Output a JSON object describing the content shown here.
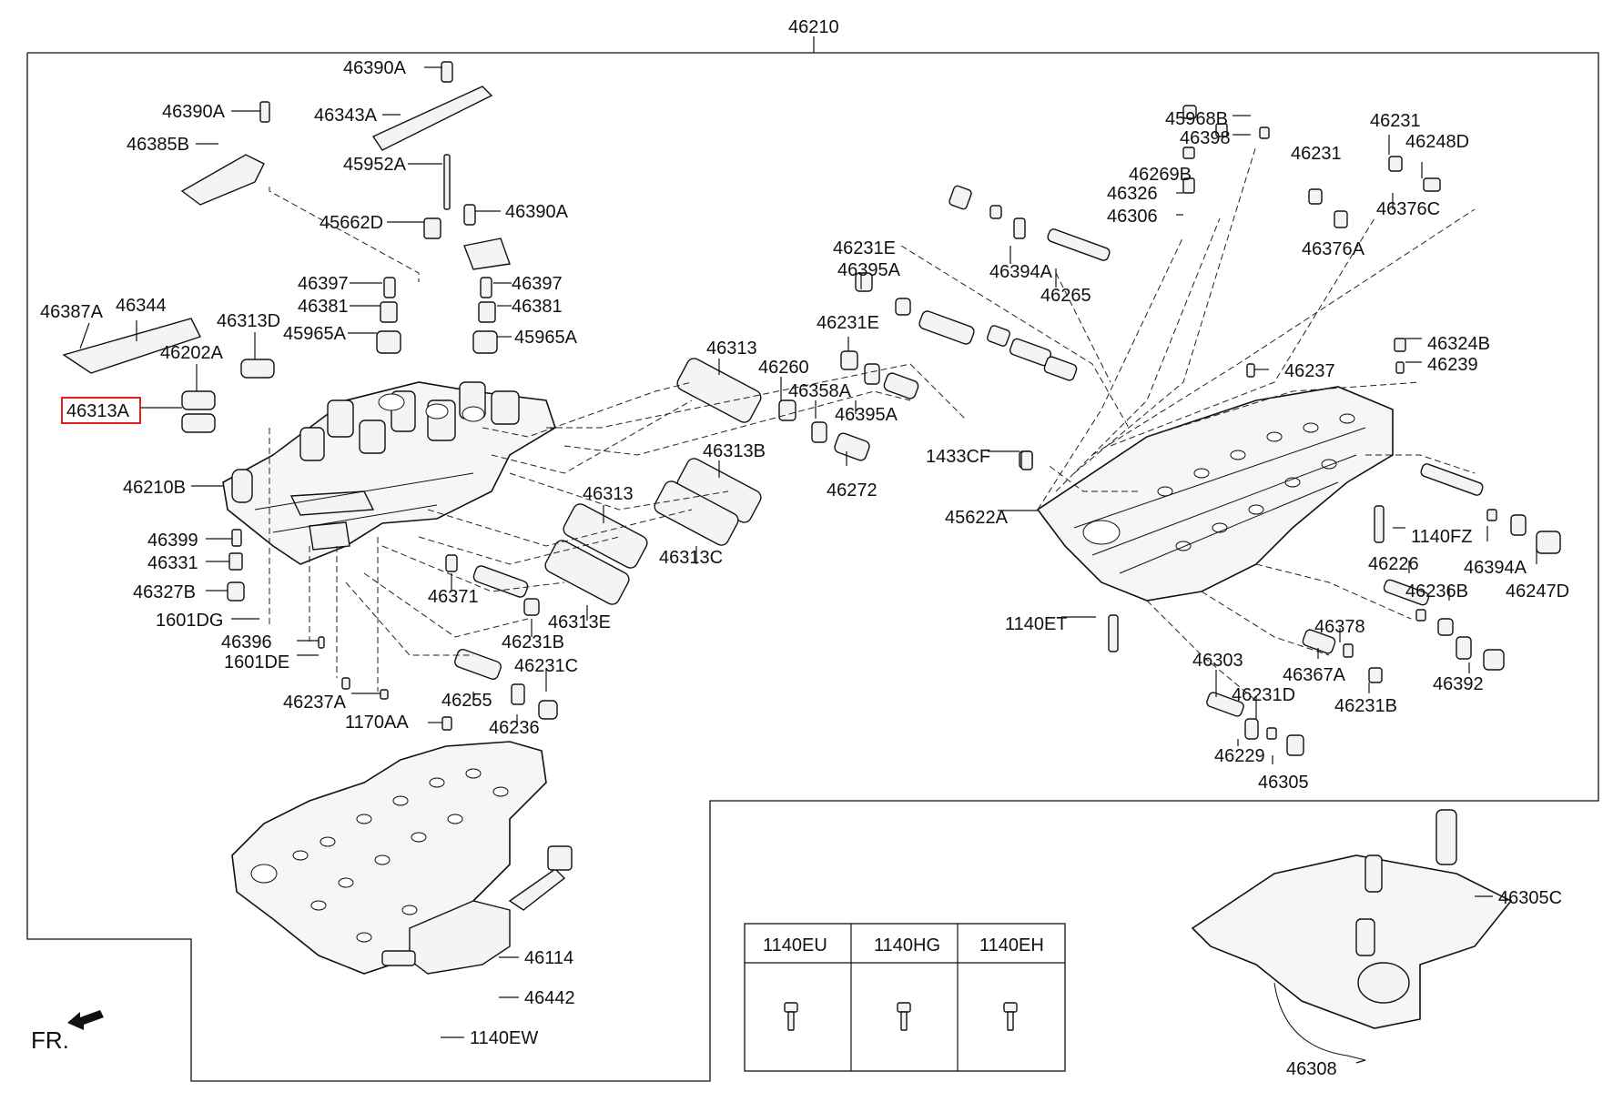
{
  "assembly_number": "46210",
  "highlighted_part": "46313A",
  "direction_label": "FR.",
  "bolt_table": {
    "headers": [
      "1140EU",
      "1140HG",
      "1140EH"
    ],
    "icons": [
      "bolt-icon",
      "bolt-icon",
      "bolt-icon"
    ]
  },
  "labels": [
    {
      "id": "46390A_a",
      "text": "46390A"
    },
    {
      "id": "46390A_b",
      "text": "46390A"
    },
    {
      "id": "46343A",
      "text": "46343A"
    },
    {
      "id": "46385B",
      "text": "46385B"
    },
    {
      "id": "45952A",
      "text": "45952A"
    },
    {
      "id": "45662D",
      "text": "45662D"
    },
    {
      "id": "46390A_c",
      "text": "46390A"
    },
    {
      "id": "46397_a",
      "text": "46397"
    },
    {
      "id": "46397_b",
      "text": "46397"
    },
    {
      "id": "46381_a",
      "text": "46381"
    },
    {
      "id": "46381_b",
      "text": "46381"
    },
    {
      "id": "45965A_a",
      "text": "45965A"
    },
    {
      "id": "45965A_b",
      "text": "45965A"
    },
    {
      "id": "46387A",
      "text": "46387A"
    },
    {
      "id": "46344",
      "text": "46344"
    },
    {
      "id": "46313D",
      "text": "46313D"
    },
    {
      "id": "46202A",
      "text": "46202A"
    },
    {
      "id": "46313A",
      "text": "46313A"
    },
    {
      "id": "46210B",
      "text": "46210B"
    },
    {
      "id": "46399",
      "text": "46399"
    },
    {
      "id": "46331",
      "text": "46331"
    },
    {
      "id": "46327B",
      "text": "46327B"
    },
    {
      "id": "1601DG",
      "text": "1601DG"
    },
    {
      "id": "46396",
      "text": "46396"
    },
    {
      "id": "1601DE",
      "text": "1601DE"
    },
    {
      "id": "46237A",
      "text": "46237A"
    },
    {
      "id": "46313_a",
      "text": "46313"
    },
    {
      "id": "46313B",
      "text": "46313B"
    },
    {
      "id": "46313_b",
      "text": "46313"
    },
    {
      "id": "46313C",
      "text": "46313C"
    },
    {
      "id": "46313E",
      "text": "46313E"
    },
    {
      "id": "46371",
      "text": "46371"
    },
    {
      "id": "46231B_a",
      "text": "46231B"
    },
    {
      "id": "46231C",
      "text": "46231C"
    },
    {
      "id": "46255",
      "text": "46255"
    },
    {
      "id": "46236",
      "text": "46236"
    },
    {
      "id": "1170AA",
      "text": "1170AA"
    },
    {
      "id": "46114",
      "text": "46114"
    },
    {
      "id": "46442",
      "text": "46442"
    },
    {
      "id": "1140EW",
      "text": "1140EW"
    },
    {
      "id": "46260",
      "text": "46260"
    },
    {
      "id": "46358A",
      "text": "46358A"
    },
    {
      "id": "46395A_a",
      "text": "46395A"
    },
    {
      "id": "46395A_b",
      "text": "46395A"
    },
    {
      "id": "46272",
      "text": "46272"
    },
    {
      "id": "46231E_a",
      "text": "46231E"
    },
    {
      "id": "46231E_b",
      "text": "46231E"
    },
    {
      "id": "1433CF",
      "text": "1433CF"
    },
    {
      "id": "45622A",
      "text": "45622A"
    },
    {
      "id": "1140ET",
      "text": "1140ET"
    },
    {
      "id": "45968B",
      "text": "45968B"
    },
    {
      "id": "46398",
      "text": "46398"
    },
    {
      "id": "46269B",
      "text": "46269B"
    },
    {
      "id": "46326",
      "text": "46326"
    },
    {
      "id": "46306",
      "text": "46306"
    },
    {
      "id": "46394A_a",
      "text": "46394A"
    },
    {
      "id": "46265",
      "text": "46265"
    },
    {
      "id": "46231_a",
      "text": "46231"
    },
    {
      "id": "46231_b",
      "text": "46231"
    },
    {
      "id": "46248D",
      "text": "46248D"
    },
    {
      "id": "46376C",
      "text": "46376C"
    },
    {
      "id": "46376A",
      "text": "46376A"
    },
    {
      "id": "46324B",
      "text": "46324B"
    },
    {
      "id": "46239",
      "text": "46239"
    },
    {
      "id": "46237",
      "text": "46237"
    },
    {
      "id": "1140FZ",
      "text": "1140FZ"
    },
    {
      "id": "46394A_b",
      "text": "46394A"
    },
    {
      "id": "46247D",
      "text": "46247D"
    },
    {
      "id": "46226",
      "text": "46226"
    },
    {
      "id": "46236B",
      "text": "46236B"
    },
    {
      "id": "46378",
      "text": "46378"
    },
    {
      "id": "46367A",
      "text": "46367A"
    },
    {
      "id": "46231B_b",
      "text": "46231B"
    },
    {
      "id": "46392",
      "text": "46392"
    },
    {
      "id": "46303",
      "text": "46303"
    },
    {
      "id": "46231D",
      "text": "46231D"
    },
    {
      "id": "46229",
      "text": "46229"
    },
    {
      "id": "46305",
      "text": "46305"
    },
    {
      "id": "46305C",
      "text": "46305C"
    },
    {
      "id": "46308",
      "text": "46308"
    }
  ]
}
